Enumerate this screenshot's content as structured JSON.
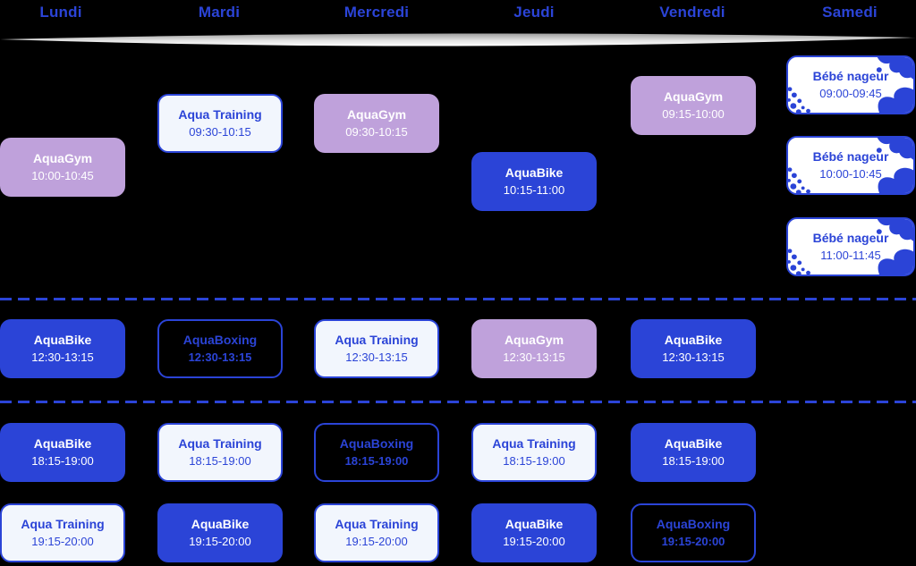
{
  "theme": {
    "background": "#000000",
    "primary_blue": "#2B44D7",
    "lavender": "#BFA1DB",
    "light_fill": "#F2F6FD",
    "card_white": "#FFFFFF"
  },
  "days": [
    "Lundi",
    "Mardi",
    "Mercredi",
    "Jeudi",
    "Vendredi",
    "Samedi"
  ],
  "cards": [
    {
      "day": "Lundi",
      "title": "AquaGym",
      "time": "10:00-10:45",
      "category": "aquagym"
    },
    {
      "day": "Mardi",
      "title": "Aqua Training",
      "time": "09:30-10:15",
      "category": "aquatraining"
    },
    {
      "day": "Mercredi",
      "title": "AquaGym",
      "time": "09:30-10:15",
      "category": "aquagym"
    },
    {
      "day": "Jeudi",
      "title": "AquaBike",
      "time": "10:15-11:00",
      "category": "aquabike"
    },
    {
      "day": "Vendredi",
      "title": "AquaGym",
      "time": "09:15-10:00",
      "category": "aquagym"
    },
    {
      "day": "Samedi",
      "title": "Bébé nageur",
      "time": "09:00-09:45",
      "category": "bebe-nageur"
    },
    {
      "day": "Samedi",
      "title": "Bébé nageur",
      "time": "10:00-10:45",
      "category": "bebe-nageur"
    },
    {
      "day": "Samedi",
      "title": "Bébé nageur",
      "time": "11:00-11:45",
      "category": "bebe-nageur"
    },
    {
      "day": "Lundi",
      "title": "AquaBike",
      "time": "12:30-13:15",
      "category": "aquabike"
    },
    {
      "day": "Mardi",
      "title": "AquaBoxing",
      "time": "12:30-13:15",
      "category": "aquaboxing"
    },
    {
      "day": "Mercredi",
      "title": "Aqua Training",
      "time": "12:30-13:15",
      "category": "aquatraining"
    },
    {
      "day": "Jeudi",
      "title": "AquaGym",
      "time": "12:30-13:15",
      "category": "aquagym"
    },
    {
      "day": "Vendredi",
      "title": "AquaBike",
      "time": "12:30-13:15",
      "category": "aquabike"
    },
    {
      "day": "Lundi",
      "title": "AquaBike",
      "time": "18:15-19:00",
      "category": "aquabike"
    },
    {
      "day": "Mardi",
      "title": "Aqua Training",
      "time": "18:15-19:00",
      "category": "aquatraining"
    },
    {
      "day": "Mercredi",
      "title": "AquaBoxing",
      "time": "18:15-19:00",
      "category": "aquaboxing"
    },
    {
      "day": "Jeudi",
      "title": "Aqua Training",
      "time": "18:15-19:00",
      "category": "aquatraining"
    },
    {
      "day": "Vendredi",
      "title": "AquaBike",
      "time": "18:15-19:00",
      "category": "aquabike"
    },
    {
      "day": "Lundi",
      "title": "Aqua Training",
      "time": "19:15-20:00",
      "category": "aquatraining"
    },
    {
      "day": "Mardi",
      "title": "AquaBike",
      "time": "19:15-20:00",
      "category": "aquabike"
    },
    {
      "day": "Mercredi",
      "title": "Aqua Training",
      "time": "19:15-20:00",
      "category": "aquatraining"
    },
    {
      "day": "Jeudi",
      "title": "AquaBike",
      "time": "19:15-20:00",
      "category": "aquabike"
    },
    {
      "day": "Vendredi",
      "title": "AquaBoxing",
      "time": "19:15-20:00",
      "category": "aquaboxing"
    }
  ]
}
